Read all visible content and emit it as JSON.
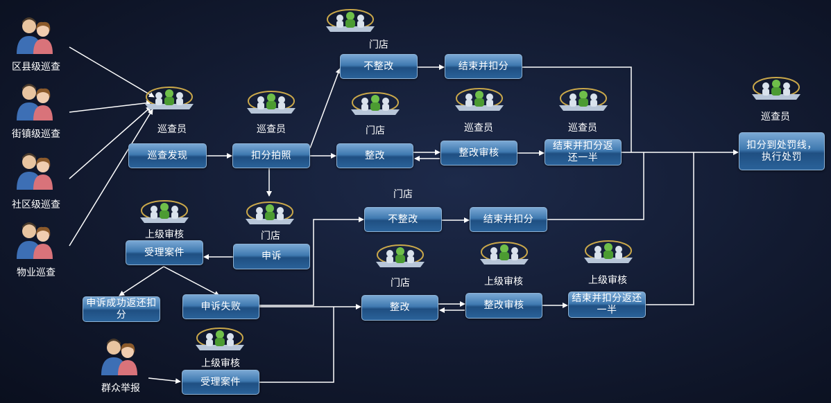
{
  "sources": {
    "district": "区县级巡查",
    "street": "街镇级巡查",
    "community": "社区级巡查",
    "property": "物业巡查",
    "public_report": "群众举报"
  },
  "roles": {
    "inspector": "巡查员",
    "store": "门店",
    "superior": "上级审核"
  },
  "nodes": {
    "patrol_find": "巡查发现",
    "deduct_photo": "扣分拍照",
    "no_fix_1": "不整改",
    "end_deduct_1": "结束并扣分",
    "fix_1": "整改",
    "fix_review_1": "整改审核",
    "end_half_1": "结束并扣分返还一半",
    "penalty": "扣分到处罚线，执行处罚",
    "no_fix_2": "不整改",
    "end_deduct_2": "结束并扣分",
    "accept_case_1": "受理案件",
    "appeal": "申诉",
    "appeal_success": "申诉成功返还扣分",
    "appeal_fail": "申诉失败",
    "fix_2": "整改",
    "fix_review_2": "整改审核",
    "end_half_2": "结束并扣分返还一半",
    "accept_case_2": "受理案件"
  },
  "colors": {
    "background": "#121a30",
    "box_top": "#7aa8d4",
    "box_bottom": "#1f4f82",
    "line": "#ffffff"
  }
}
